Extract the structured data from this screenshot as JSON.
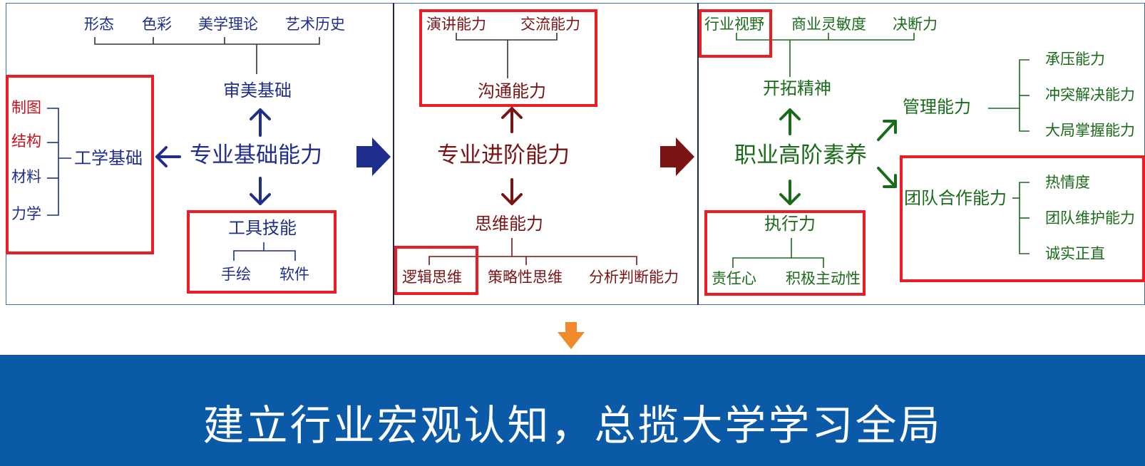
{
  "panel1": {
    "center": "专业基础能力",
    "aesthetic": {
      "title": "审美基础",
      "items": [
        "形态",
        "色彩",
        "美学理论",
        "艺术历史"
      ]
    },
    "engineering": {
      "title": "工学基础",
      "items": [
        "制图",
        "结构",
        "材料",
        "力学"
      ]
    },
    "tools": {
      "title": "工具技能",
      "items": [
        "手绘",
        "软件"
      ]
    }
  },
  "panel2": {
    "center": "专业进阶能力",
    "communication": {
      "title": "沟通能力",
      "items": [
        "演讲能力",
        "交流能力"
      ]
    },
    "thinking": {
      "title": "思维能力",
      "items": [
        "逻辑思维",
        "策略性思维",
        "分析判断能力"
      ]
    }
  },
  "panel3": {
    "center": "职业高阶素养",
    "pioneer": {
      "title": "开拓精神",
      "items": [
        "行业视野",
        "商业灵敏度",
        "决断力"
      ]
    },
    "execution": {
      "title": "执行力",
      "items": [
        "责任心",
        "积极主动性"
      ]
    },
    "management": {
      "title": "管理能力",
      "items": [
        "承压能力",
        "冲突解决能力",
        "大局掌握能力"
      ]
    },
    "teamwork": {
      "title": "团队合作能力",
      "items": [
        "热情度",
        "团队维护能力",
        "诚实正直"
      ]
    }
  },
  "banner": {
    "text": "建立行业宏观认知，总揽大学学习全局"
  },
  "colors": {
    "blue": "#1f2e8c",
    "red_text": "#c8101d",
    "dark_red": "#7a1414",
    "green": "#1a6b1a",
    "highlight_box": "#ec1c24",
    "banner": "#0a5aa8",
    "down_arrow": "#f08a2c"
  }
}
